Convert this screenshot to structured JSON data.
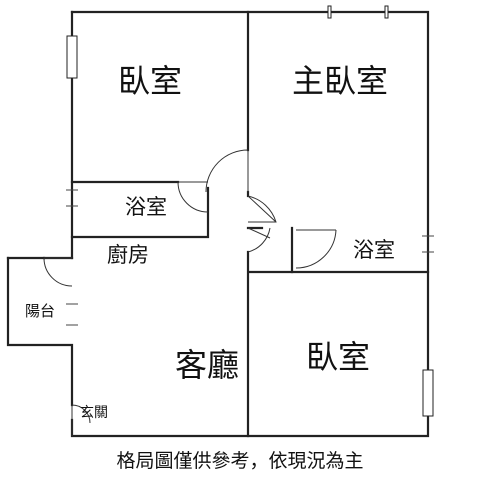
{
  "rooms": {
    "bedroom_top_left": "臥室",
    "master_bedroom": "主臥室",
    "bathroom_left": "浴室",
    "bathroom_right": "浴室",
    "kitchen": "廚房",
    "balcony": "陽台",
    "living_room": "客廳",
    "bedroom_bottom_right": "臥室",
    "entrance": "玄關"
  },
  "caption": "格局圖僅供參考，依現況為主"
}
